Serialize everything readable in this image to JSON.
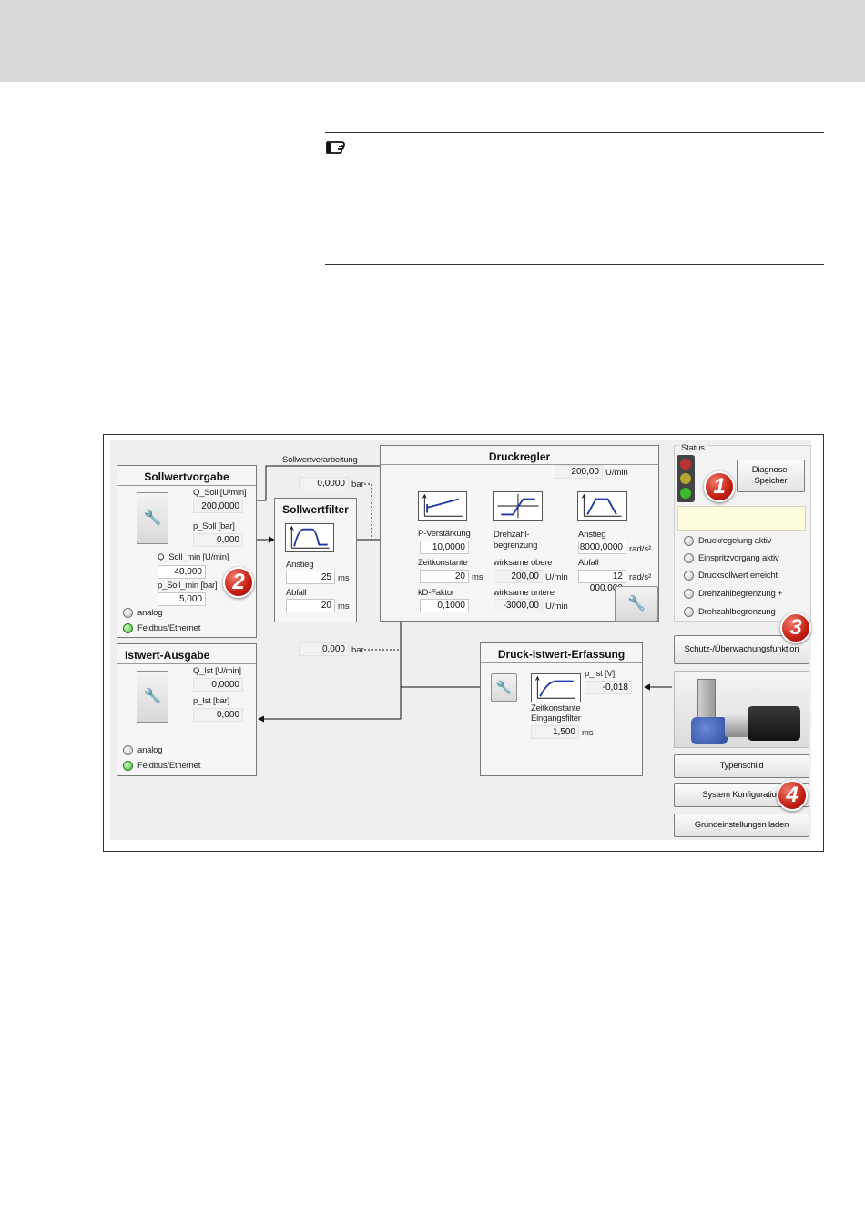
{
  "diagram": {
    "sollwertvorgabe": {
      "title": "Sollwertvorgabe",
      "q_soll_label": "Q_Soll [U/min]",
      "q_soll_value": "200,0000",
      "p_soll_label": "p_Soll [bar]",
      "p_soll_value": "0,000",
      "q_soll_min_label": "Q_Soll_min [U/min]",
      "q_soll_min_value": "40,000",
      "p_soll_min_label": "p_Soll_min [bar]",
      "p_soll_min_value": "5,000",
      "radio_analog": "analog",
      "radio_feldbus": "Feldbus/Ethernet"
    },
    "sollwertverarbeitung_label": "Sollwertverarbeitung",
    "bar_top_value": "0,0000",
    "bar_bottom_value": "0,000",
    "bar_unit": "bar",
    "sollwertfilter": {
      "title": "Sollwertfilter",
      "anstieg_label": "Anstieg",
      "anstieg_value": "25",
      "abfall_label": "Abfall",
      "abfall_value": "20",
      "unit": "ms"
    },
    "druckregler": {
      "title": "Druckregler",
      "top_value": "200,00",
      "top_unit": "U/min",
      "p_verstaerkung_label": "P-Verstärkung",
      "p_verstaerkung_value": "10,0000",
      "zeitkonstante_label": "Zeitkonstante",
      "zeitkonstante_value": "20",
      "zeitkonstante_unit": "ms",
      "kd_faktor_label": "kD-Faktor",
      "kd_faktor_value": "0,1000",
      "drehzahl_label_1": "Drehzahl-",
      "drehzahl_label_2": "begrenzung",
      "wirksame_obere_label": "wirksame obere",
      "wirksame_obere_value": "200,00",
      "wirksame_untere_label": "wirksame untere",
      "wirksame_untere_value": "-3000,00",
      "drehzahl_unit": "U/min",
      "anstieg_label": "Anstieg",
      "anstieg_value": "8000,0000",
      "abfall_label": "Abfall",
      "abfall_value": "12 000,000",
      "accel_unit": "rad/s²"
    },
    "status": {
      "title": "Status",
      "diagnose_button_1": "Diagnose-",
      "diagnose_button_2": "Speicher",
      "indicators": [
        "Druckregelung aktiv",
        "Einspritzvorgang aktiv",
        "Drucksollwert erreicht",
        "Drehzahlbegrenzung +",
        "Drehzahlbegrenzung -"
      ]
    },
    "schutz_button": "Schutz-/Überwachungsfunktion",
    "istwert_ausgabe": {
      "title": "Istwert-Ausgabe",
      "q_ist_label": "Q_Ist [U/min]",
      "q_ist_value": "0,0000",
      "p_ist_label": "p_Ist [bar]",
      "p_ist_value": "0,000",
      "radio_analog": "analog",
      "radio_feldbus": "Feldbus/Ethernet"
    },
    "druck_istwert": {
      "title": "Druck-Istwert-Erfassung",
      "p_ist_label": "p_Ist [V]",
      "p_ist_value": "-0,018",
      "zeitkonstante_label_1": "Zeitkonstante",
      "zeitkonstante_label_2": "Eingangsfilter",
      "zeitkonstante_value": "1,500",
      "zeitkonstante_unit": "ms"
    },
    "typenschild_button": "Typenschild",
    "system_button": "System Konfiguration",
    "grundeinstellungen_button": "Grundeinstellungen laden",
    "badges": [
      "1",
      "2",
      "3",
      "4"
    ],
    "colors": {
      "led_on": "#3cba2c",
      "badge": "#c41e12",
      "status_field": "#fefde0"
    }
  }
}
